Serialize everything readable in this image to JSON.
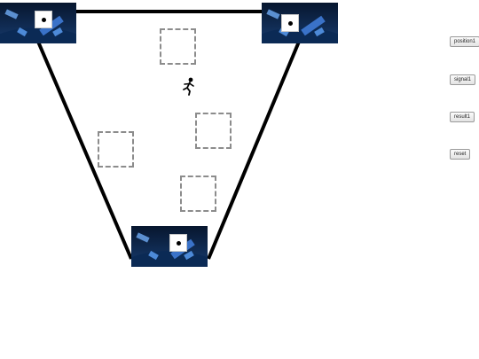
{
  "controls": {
    "position_label": "position1",
    "signal_label": "signal1",
    "result_label": "result1",
    "reset_label": "reset"
  },
  "icons": {
    "tile": "satellite-earth-image",
    "marker": "target-dot-icon",
    "runner": "running-person-icon",
    "zone": "drop-zone-outline"
  },
  "colors": {
    "link_line": "#000000",
    "zone_border": "#8c8c8c",
    "space": "#0b2a55",
    "earth_glow": "#9fd3f2"
  }
}
